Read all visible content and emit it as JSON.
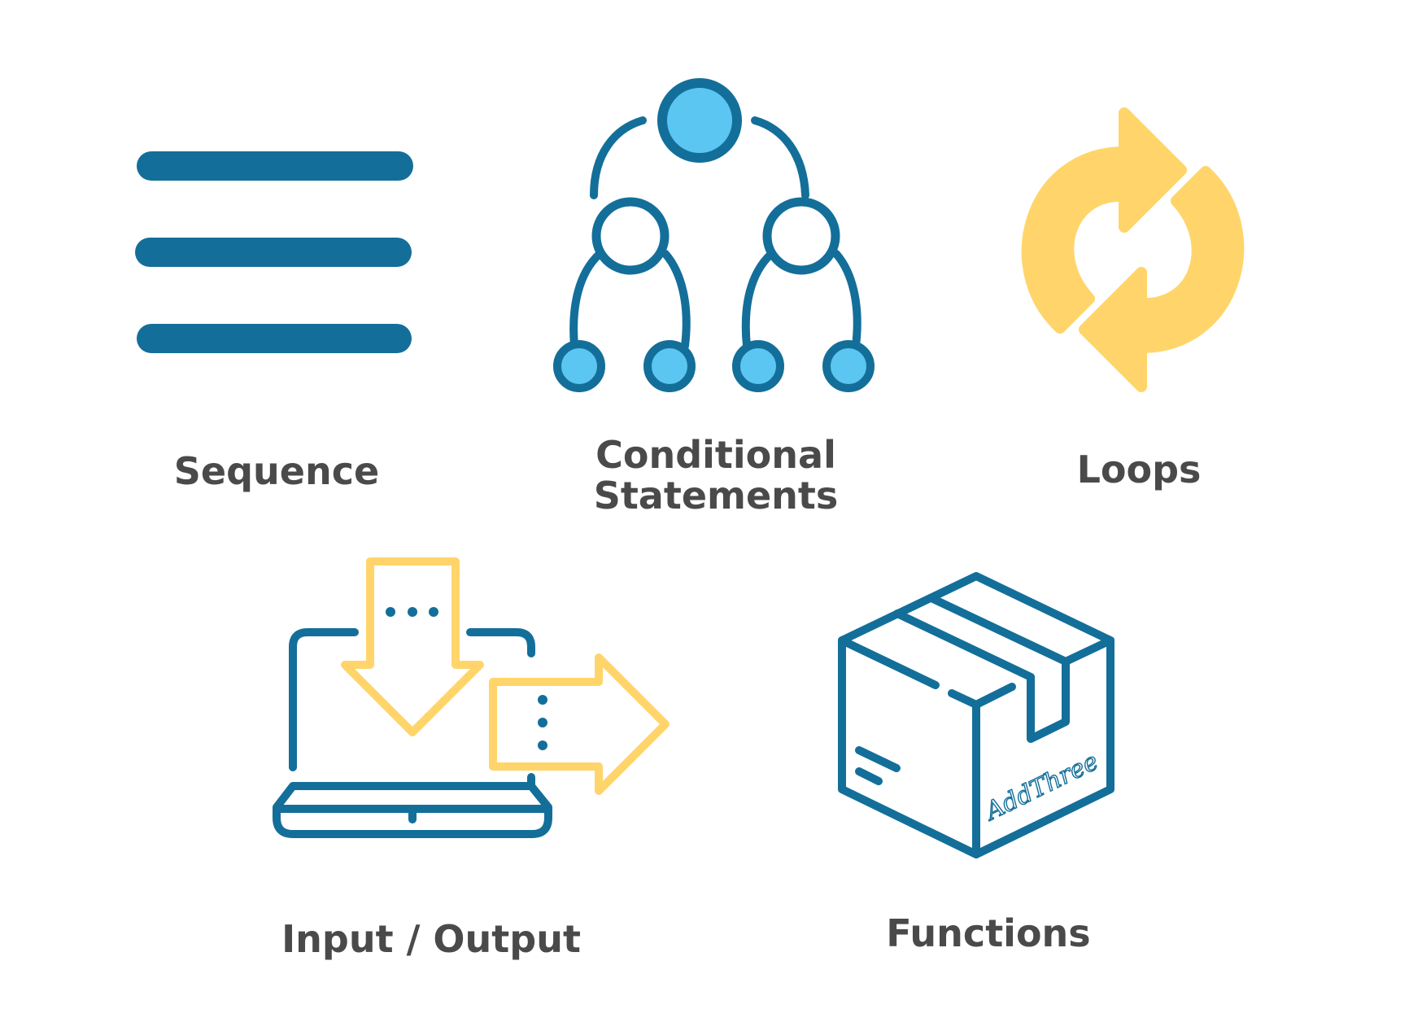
{
  "colors": {
    "primary": "#136f99",
    "accent": "#ffd56b",
    "node_fill": "#5bc6f2",
    "label_text": "#4a4a4a"
  },
  "concepts": [
    {
      "label": "Sequence",
      "icon": "three-lines-icon"
    },
    {
      "label": "Conditional Statements",
      "label_line1": "Conditional",
      "label_line2": "Statements",
      "icon": "decision-tree-icon"
    },
    {
      "label": "Loops",
      "icon": "refresh-arrows-icon"
    },
    {
      "label": "Input / Output",
      "icon": "laptop-arrows-icon"
    },
    {
      "label": "Functions",
      "icon": "box-icon",
      "box_text": "AddThree"
    }
  ]
}
